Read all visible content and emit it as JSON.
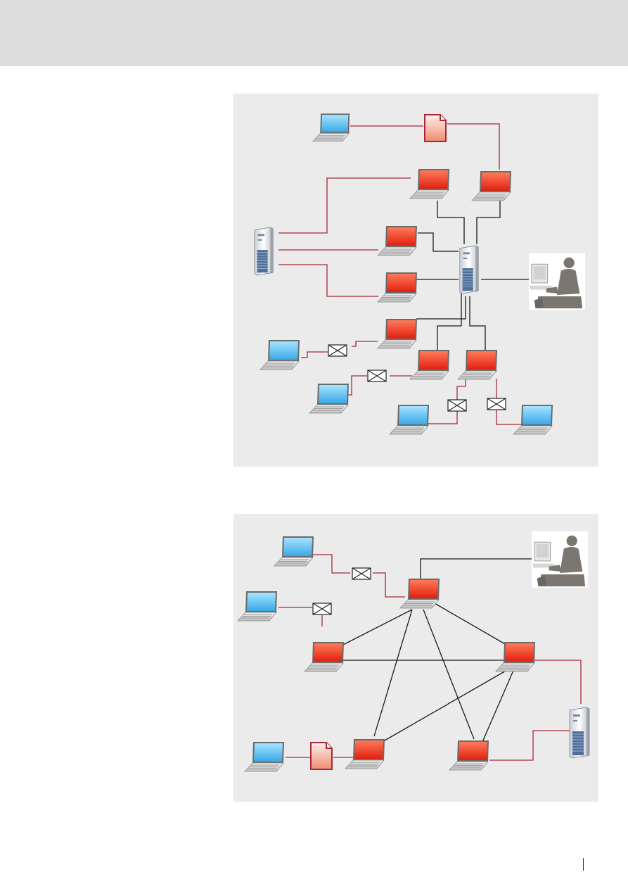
{
  "page": {
    "footer_text": ""
  },
  "colors": {
    "header_band": "#dcdcdc",
    "panel_background": "#ebebeb",
    "red_link": "#a8283a",
    "black_link": "#1a1a1a",
    "laptop_blue": "#4cb6ee",
    "laptop_red": "#e8321e"
  },
  "diagrams": [
    {
      "name": "top-network",
      "layout": "server-hub",
      "icons": [
        "laptop-blue-icon",
        "laptop-red-icon",
        "server-tower-icon",
        "operator-person-icon",
        "document-icon",
        "blocked-envelope-icon"
      ]
    },
    {
      "name": "bottom-network",
      "layout": "peer-mesh",
      "icons": [
        "laptop-blue-icon",
        "laptop-red-icon",
        "server-tower-icon",
        "operator-person-icon",
        "document-icon",
        "blocked-envelope-icon"
      ]
    }
  ]
}
